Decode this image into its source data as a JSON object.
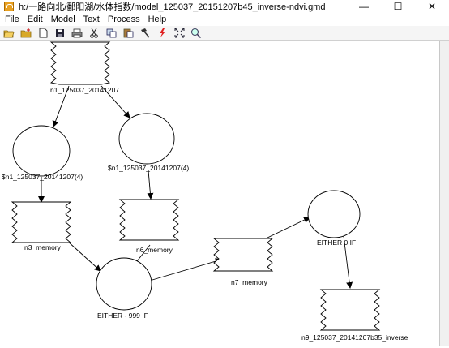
{
  "window": {
    "title": "h:/一路向北/鄱阳湖/水体指数/model_125037_20151207b45_inverse-ndvi.gmd",
    "controls": {
      "minimize": "—",
      "maximize": "☐",
      "close": "✕"
    }
  },
  "menu": [
    "File",
    "Edit",
    "Model",
    "Text",
    "Process",
    "Help"
  ],
  "toolbar": [
    "open-folder-icon",
    "new-folder-icon",
    "new-page-icon",
    "save-icon",
    "print-icon",
    "cut-icon",
    "copy-icon",
    "paste-icon",
    "hammer-icon",
    "run-icon",
    "fit-icon",
    "zoom-icon"
  ],
  "nodes": {
    "n1": "n1_125037_20141207",
    "f1": "$n1_125037_20141207(4)",
    "f2": "$n1_125037_20141207(4)",
    "n3": "n3_memory",
    "n6": "n6_memory",
    "f3": "EITHER - 999 IF",
    "n7": "n7_memory",
    "f4": "EITHER 0 IF",
    "n9": "n9_125037_20141207b35_inverse"
  }
}
